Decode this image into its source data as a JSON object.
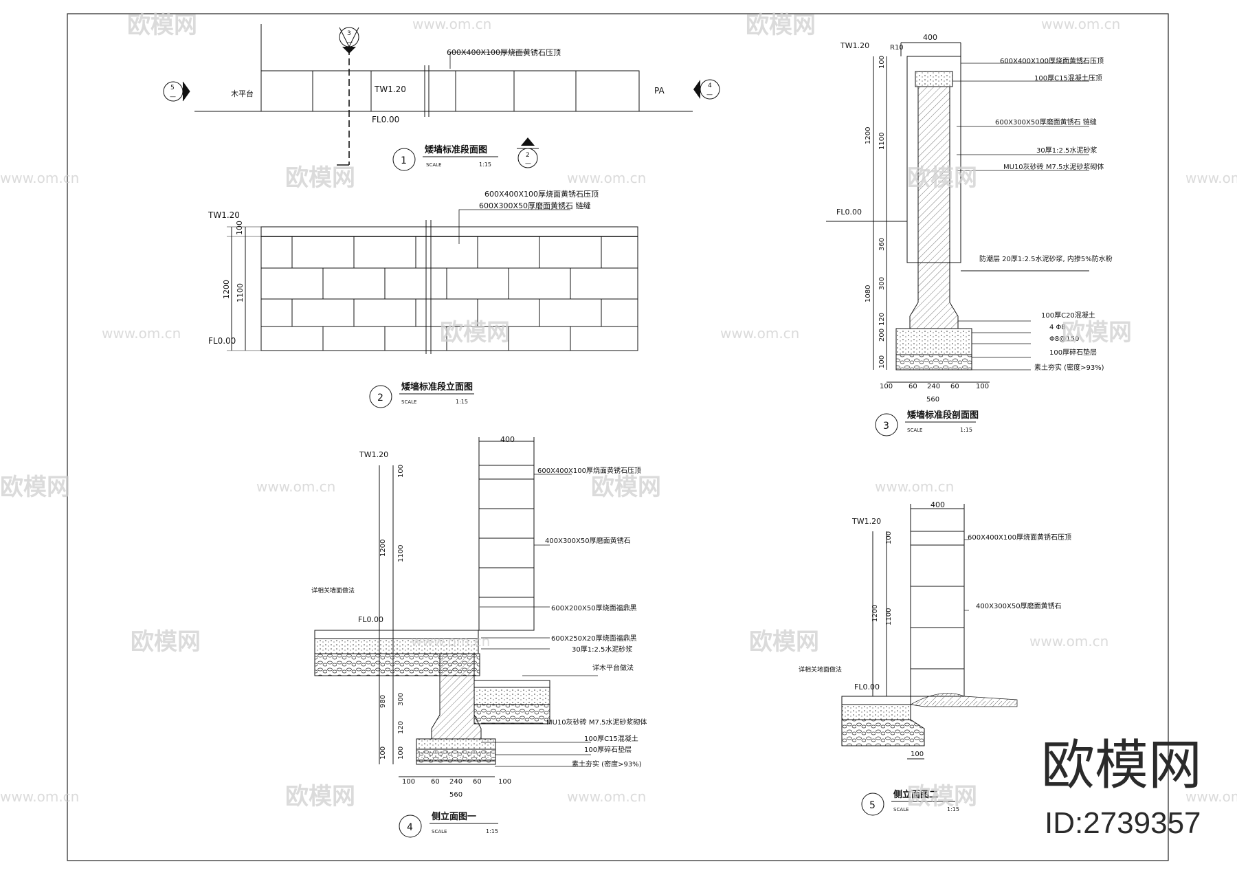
{
  "watermark": {
    "brand": "欧模网",
    "site": "www.om.cn",
    "id": "ID:2739357"
  },
  "d1": {
    "number": "1",
    "title": "矮墙标准段面图",
    "scale_label": "SCALE",
    "scale": "1:15",
    "note1": "600X400X100厚烧面黄锈石压顶",
    "tw": "TW1.20",
    "fl": "FL0.00",
    "left_label": "木平台",
    "right_label": "PA",
    "cut5": "5",
    "cut4": "4",
    "cut3": "3",
    "cut2": "2",
    "dash": "—"
  },
  "d2": {
    "number": "2",
    "title": "矮墙标准段立面图",
    "scale_label": "SCALE",
    "scale": "1:15",
    "note1": "600X400X100厚烧面黄锈石压顶",
    "note2": "600X300X50厚磨面黄锈石 链缝",
    "tw": "TW1.20",
    "fl": "FL0.00",
    "dim100": "100",
    "dim1200": "1200",
    "dim1100": "1100"
  },
  "d3": {
    "number": "3",
    "title": "矮墙标准段剖面图",
    "scale_label": "SCALE",
    "scale": "1:15",
    "r10": "R10",
    "w400": "400",
    "tw": "TW1.20",
    "fl": "FL0.00",
    "notes": [
      "600X400X100厚烧面黄锈石压顶",
      "100厚C15混凝土压顶",
      "600X300X50厚磨面黄锈石  链缝",
      "30厚1:2.5水泥砂浆",
      "MU10灰砂砖 M7.5水泥砂浆砌体",
      "防潮层 20厚1:2.5水泥砂浆, 内掺5%防水粉",
      "100厚C20混凝土",
      "4 Φ8",
      "Φ8@150",
      "100厚碎石垫层",
      "素土夯实 (密度>93%)"
    ],
    "vdims": [
      "100",
      "1200",
      "1100",
      "360",
      "1080",
      "300",
      "120",
      "200",
      "100"
    ],
    "hdims": [
      "100",
      "60",
      "240",
      "60",
      "100"
    ],
    "total": "560"
  },
  "d4": {
    "number": "4",
    "title": "侧立面图一",
    "scale_label": "SCALE",
    "scale": "1:15",
    "w400": "400",
    "tw": "TW1.20",
    "fl": "FL0.00",
    "left_note": "详相关墙面做法",
    "notes": [
      "600X400X100厚烧面黄锈石压顶",
      "400X300X50厚磨面黄锈石",
      "600X200X50厚烧面福鼎黑",
      "600X250X20厚烧面福鼎黑",
      "30厚1:2.5水泥砂浆",
      "详木平台做法",
      "MU10灰砂砖 M7.5水泥砂浆砌体",
      "100厚C15混凝土",
      "100厚碎石垫层",
      "素土夯实 (密度>93%)"
    ],
    "vdims": [
      "100",
      "1200",
      "1100",
      "980",
      "300",
      "120",
      "100",
      "100"
    ],
    "hdims": [
      "100",
      "60",
      "240",
      "60",
      "100"
    ],
    "total": "560"
  },
  "d5": {
    "number": "5",
    "title": "侧立面图二",
    "scale_label": "SCALE",
    "scale": "1:15",
    "w400": "400",
    "tw": "TW1.20",
    "fl": "FL0.00",
    "left_note": "详相关地面做法",
    "notes": [
      "600X400X100厚烧面黄锈石压顶",
      "400X300X50厚磨面黄锈石"
    ],
    "vdims": [
      "100",
      "1200",
      "1100"
    ],
    "bottom": "100"
  }
}
